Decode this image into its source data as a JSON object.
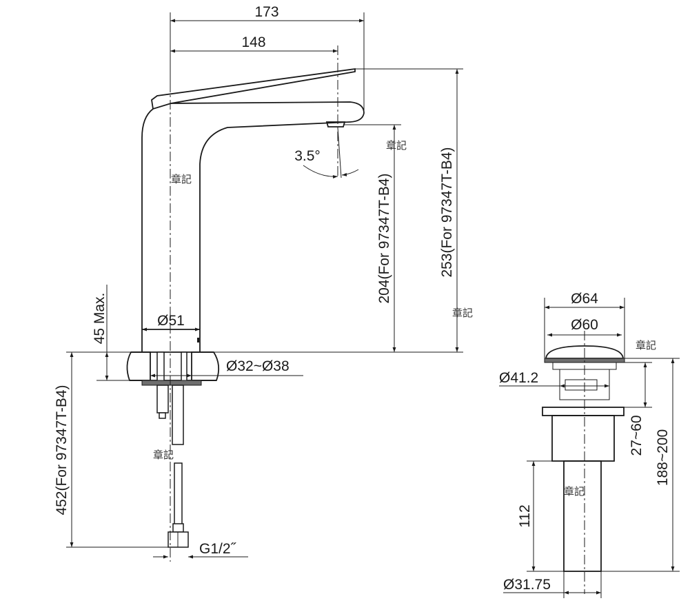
{
  "dimensions": {
    "width_total": "173",
    "width_spout": "148",
    "angle": "3.5°",
    "spout_height": "204(For 97347T-B4)",
    "total_height": "253(For 97347T-B4)",
    "deck_thickness": "45 Max.",
    "base_diameter": "Ø51",
    "hole_diameter": "Ø32~Ø38",
    "hose_length": "452(For 97347T-B4)",
    "connection": "G1/2˝",
    "drain_cap_outer": "Ø64",
    "drain_cap_inner": "Ø60",
    "drain_body": "Ø41.2",
    "drain_clamp": "27~60",
    "drain_total": "188~200",
    "drain_tail": "112",
    "drain_tail_diameter": "Ø31.75"
  },
  "stamps": [
    "章記",
    "章記",
    "章記",
    "章記",
    "章記",
    "章記"
  ]
}
